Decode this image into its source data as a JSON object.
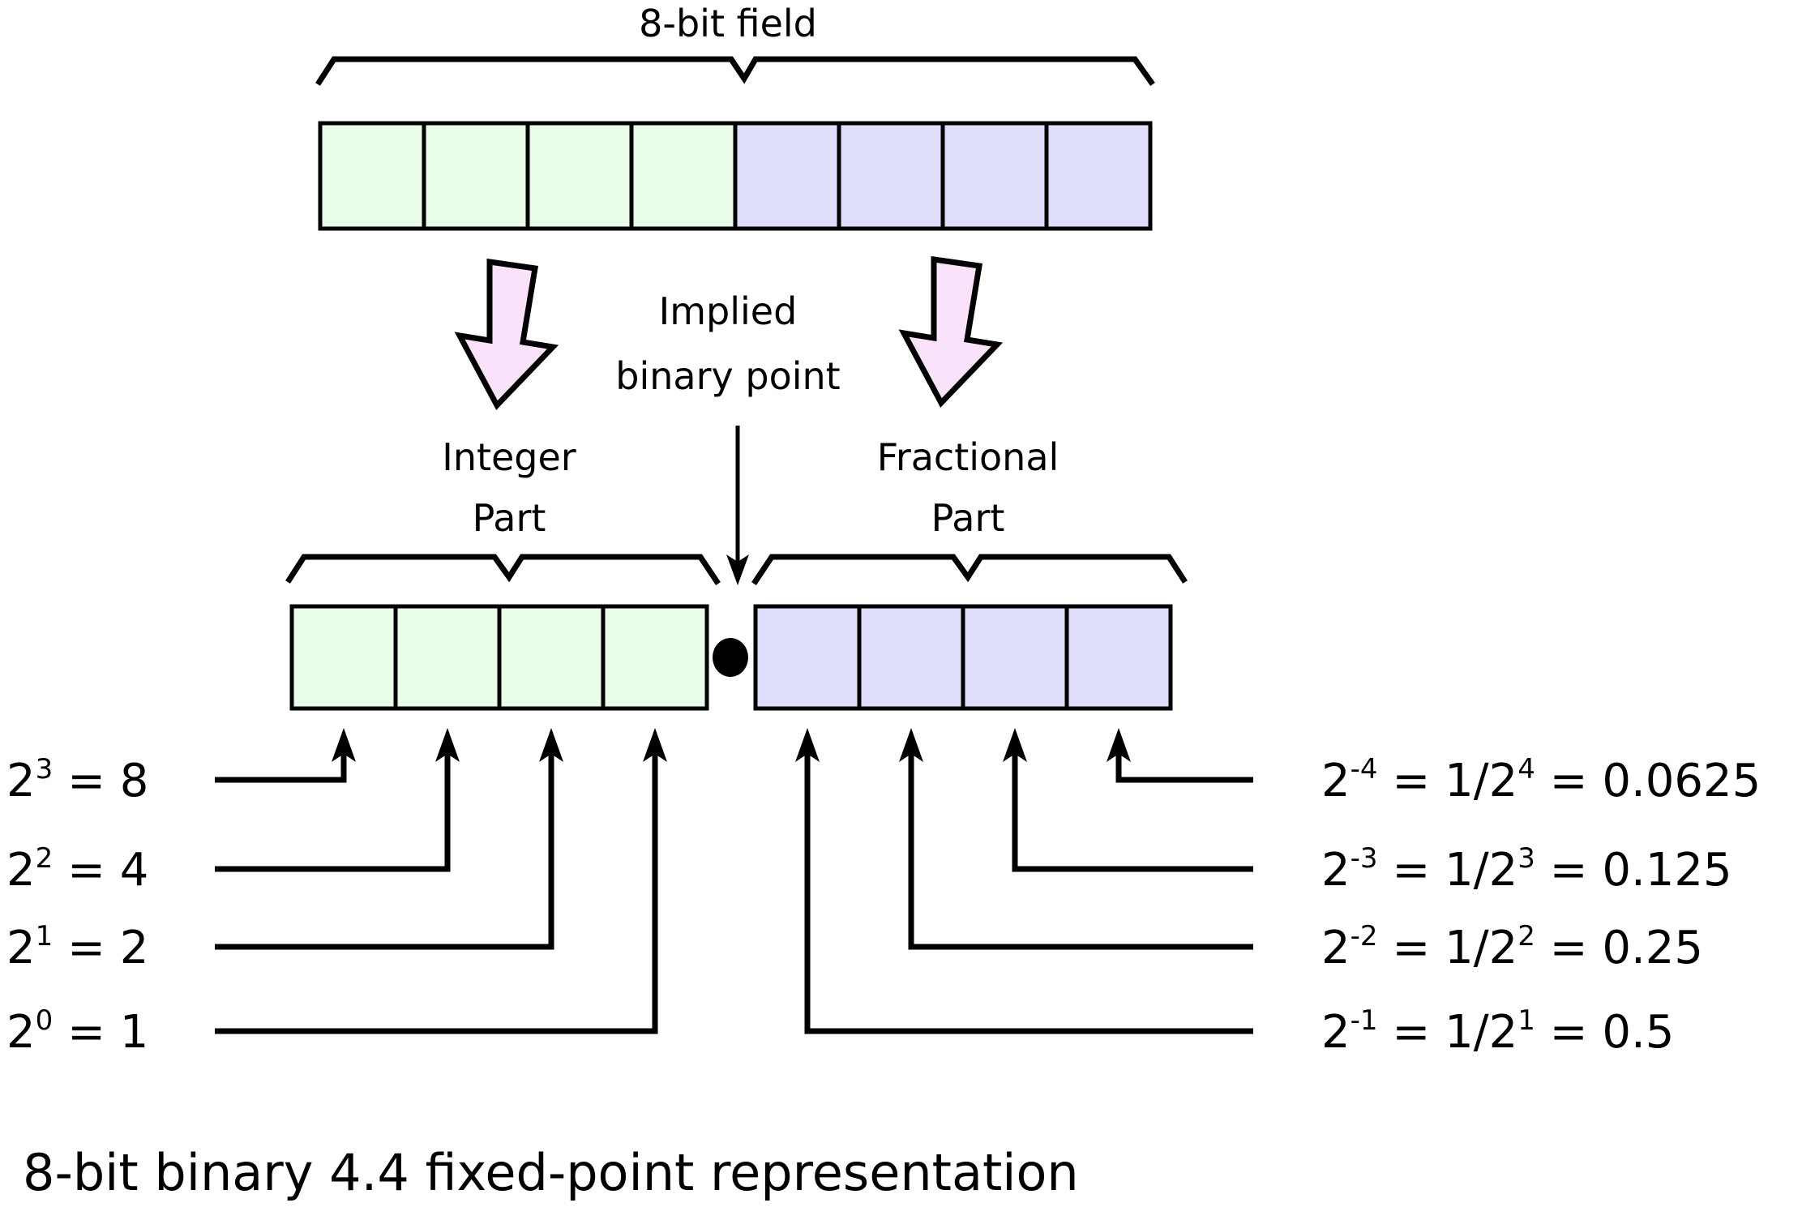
{
  "figure": {
    "caption": "8-bit binary 4.4 fixed-point representation",
    "top_field_label": "8-bit field",
    "implied_point_line1": "Implied",
    "implied_point_line2": "binary point",
    "integer_part_line1": "Integer",
    "integer_part_line2": "Part",
    "fractional_part_line1": "Fractional",
    "fractional_part_line2": "Part",
    "radix_point_symbol": "●"
  },
  "colors": {
    "integer_cell_fill": "#e9fbe9",
    "fractional_cell_fill": "#dedefa",
    "outline": "#000000",
    "arrow_fill": "#fbe2fb",
    "background": "#ffffff"
  },
  "top_row": {
    "bit_count": 8,
    "integer_bits": 4,
    "fractional_bits": 4
  },
  "integer_weights": [
    {
      "base": "2",
      "exponent": "3",
      "eq": " = 8",
      "value": 8
    },
    {
      "base": "2",
      "exponent": "2",
      "eq": " = 4",
      "value": 4
    },
    {
      "base": "2",
      "exponent": "1",
      "eq": " = 2",
      "value": 2
    },
    {
      "base": "2",
      "exponent": "0",
      "eq": " = 1",
      "value": 1
    }
  ],
  "fractional_weights": [
    {
      "base": "2",
      "exponent": "-4",
      "mid_base": "1/2",
      "mid_exponent": "4",
      "eq": " = 0.0625",
      "value": 0.0625
    },
    {
      "base": "2",
      "exponent": "-3",
      "mid_base": "1/2",
      "mid_exponent": "3",
      "eq": " = 0.125",
      "value": 0.125
    },
    {
      "base": "2",
      "exponent": "-2",
      "mid_base": "1/2",
      "mid_exponent": "2",
      "eq": " = 0.25",
      "value": 0.25
    },
    {
      "base": "2",
      "exponent": "-1",
      "mid_base": "1/2",
      "mid_exponent": "1",
      "eq": " = 0.5",
      "value": 0.5
    }
  ],
  "equals_sign": " = "
}
